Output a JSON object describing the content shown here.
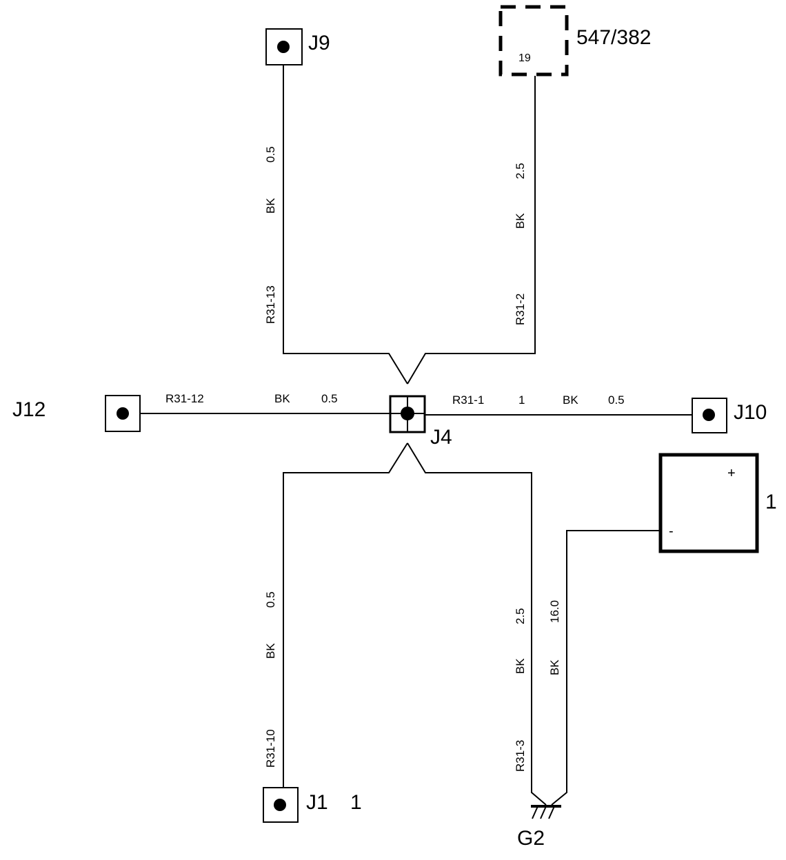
{
  "connectors": {
    "j9": "J9",
    "j12": "J12",
    "j4": "J4",
    "j10": "J10",
    "j1": "J1",
    "j1_pin": "1",
    "g2": "G2",
    "component_547": "547/382",
    "component_547_pin": "19",
    "battery": "1",
    "battery_plus": "+",
    "battery_minus": "-"
  },
  "wires": {
    "j9": {
      "circuit": "R31-13",
      "color": "BK",
      "size": "0.5"
    },
    "c547": {
      "circuit": "R31-2",
      "color": "BK",
      "size": "2.5"
    },
    "j12": {
      "circuit": "R31-12",
      "color": "BK",
      "size": "0.5"
    },
    "j10": {
      "circuit": "R31-1",
      "pin": "1",
      "color": "BK",
      "size": "0.5"
    },
    "j1": {
      "circuit": "R31-10",
      "color": "BK",
      "size": "0.5"
    },
    "g2": {
      "circuit": "R31-3",
      "color": "BK",
      "size": "2.5"
    },
    "battery": {
      "color": "BK",
      "size": "16.0"
    }
  }
}
